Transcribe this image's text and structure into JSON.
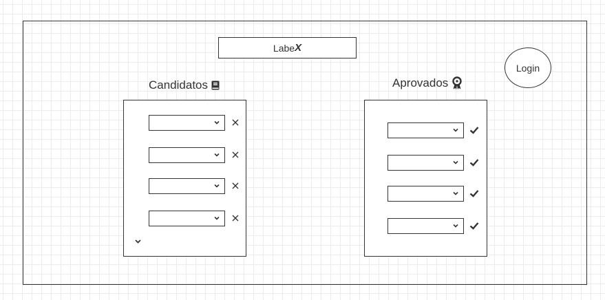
{
  "app": {
    "title_prefix": "Labe",
    "title_suffix": "X"
  },
  "login": {
    "label": "Login"
  },
  "candidates": {
    "heading": "Candidatos",
    "icon": "book-icon",
    "rows": 4,
    "row_action_icon": "close-icon",
    "footer_icon": "chevron-down-icon"
  },
  "approved": {
    "heading": "Aprovados",
    "icon": "award-icon",
    "rows": 4,
    "row_action_icon": "check-icon"
  },
  "colors": {
    "stroke": "#333333",
    "grid": "#ececec",
    "background": "#ffffff"
  }
}
